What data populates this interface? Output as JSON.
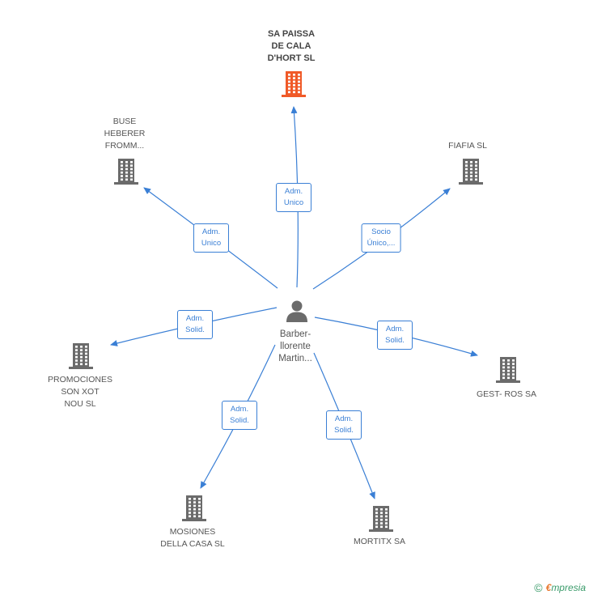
{
  "center_person": {
    "label": "Barber-\nllorente\nMartin...",
    "icon": "person-icon"
  },
  "companies": [
    {
      "id": "sa-paissa",
      "label": "SA PAISSA\nDE CALA\nD'HORT SL",
      "highlight": true,
      "role": "Adm.\nUnico",
      "icon": "building-icon"
    },
    {
      "id": "buse-heberer",
      "label": "BUSE\nHEBERER\nFROMM...",
      "highlight": false,
      "role": "Adm.\nUnico",
      "icon": "building-icon"
    },
    {
      "id": "fiafia",
      "label": "FIAFIA  SL",
      "highlight": false,
      "role": "Socio\nÚnico,...",
      "icon": "building-icon"
    },
    {
      "id": "promociones",
      "label": "PROMOCIONES\nSON XOT\nNOU SL",
      "highlight": false,
      "role": "Adm.\nSolid.",
      "icon": "building-icon"
    },
    {
      "id": "gest-ros",
      "label": "GEST- ROS SA",
      "highlight": false,
      "role": "Adm.\nSolid.",
      "icon": "building-icon"
    },
    {
      "id": "mosiones",
      "label": "MOSIONES\nDELLA CASA SL",
      "highlight": false,
      "role": "Adm.\nSolid.",
      "icon": "building-icon"
    },
    {
      "id": "mortitx",
      "label": "MORTITX SA",
      "highlight": false,
      "role": "Adm.\nSolid.",
      "icon": "building-icon"
    }
  ],
  "colors": {
    "edge": "#3a7fd5",
    "building": "#6b6b6b",
    "building_highlight": "#f05a28",
    "person": "#6b6b6b"
  },
  "footer": {
    "copyright_symbol": "©",
    "brand_first": "€",
    "brand_rest": "mpresia"
  }
}
